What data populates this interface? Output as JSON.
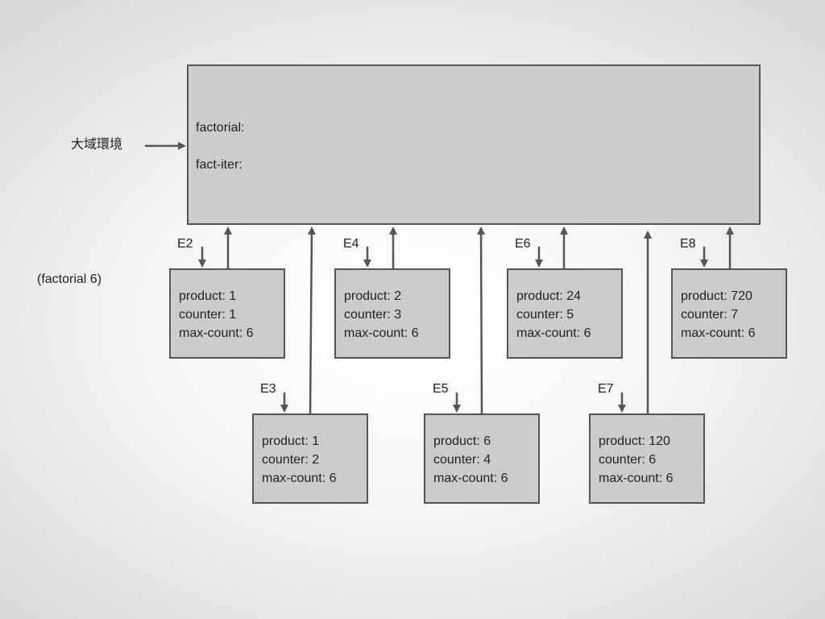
{
  "global_env": {
    "label": "大域環境",
    "bindings": [
      "factorial:",
      "fact-iter:"
    ]
  },
  "call_label": "(factorial 6)",
  "frames": [
    {
      "id": "E2",
      "product": "product: 1",
      "counter": "counter: 1",
      "max_count": "max-count: 6"
    },
    {
      "id": "E3",
      "product": "product: 1",
      "counter": "counter: 2",
      "max_count": "max-count: 6"
    },
    {
      "id": "E4",
      "product": "product: 2",
      "counter": "counter: 3",
      "max_count": "max-count: 6"
    },
    {
      "id": "E5",
      "product": "product: 6",
      "counter": "counter: 4",
      "max_count": "max-count: 6"
    },
    {
      "id": "E6",
      "product": "product: 24",
      "counter": "counter: 5",
      "max_count": "max-count: 6"
    },
    {
      "id": "E7",
      "product": "product: 120",
      "counter": "counter: 6",
      "max_count": "max-count: 6"
    },
    {
      "id": "E8",
      "product": "product: 720",
      "counter": "counter: 7",
      "max_count": "max-count: 6"
    }
  ]
}
